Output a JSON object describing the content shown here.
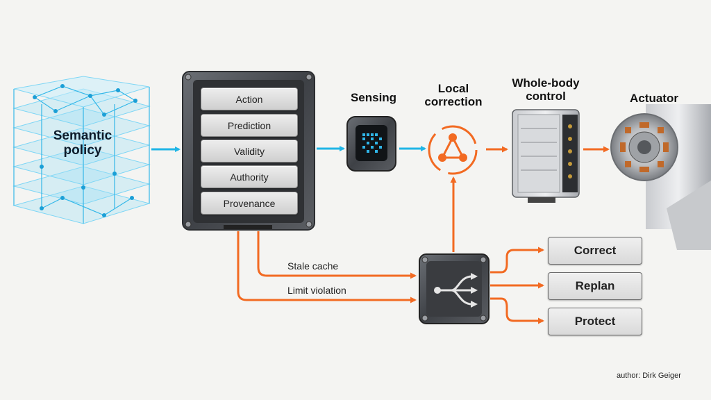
{
  "nodes": {
    "semantic_policy": "Semantic\npolicy",
    "sensing": "Sensing",
    "local_correction": "Local\ncorrection",
    "whole_body_control": "Whole-body\ncontrol",
    "actuator": "Actuator"
  },
  "gate_fields": [
    "Action",
    "Prediction",
    "Validity",
    "Authority",
    "Provenance"
  ],
  "edges": {
    "stale_cache": "Stale cache",
    "limit_violation": "Limit violation"
  },
  "outcomes": [
    "Correct",
    "Replan",
    "Protect"
  ],
  "author": "author: Dirk Geiger",
  "colors": {
    "blue_arrow": "#1fb5e6",
    "orange_arrow": "#f26a22",
    "policy_cube": "#7fd6f5",
    "module_dark": "#4a4d52"
  }
}
